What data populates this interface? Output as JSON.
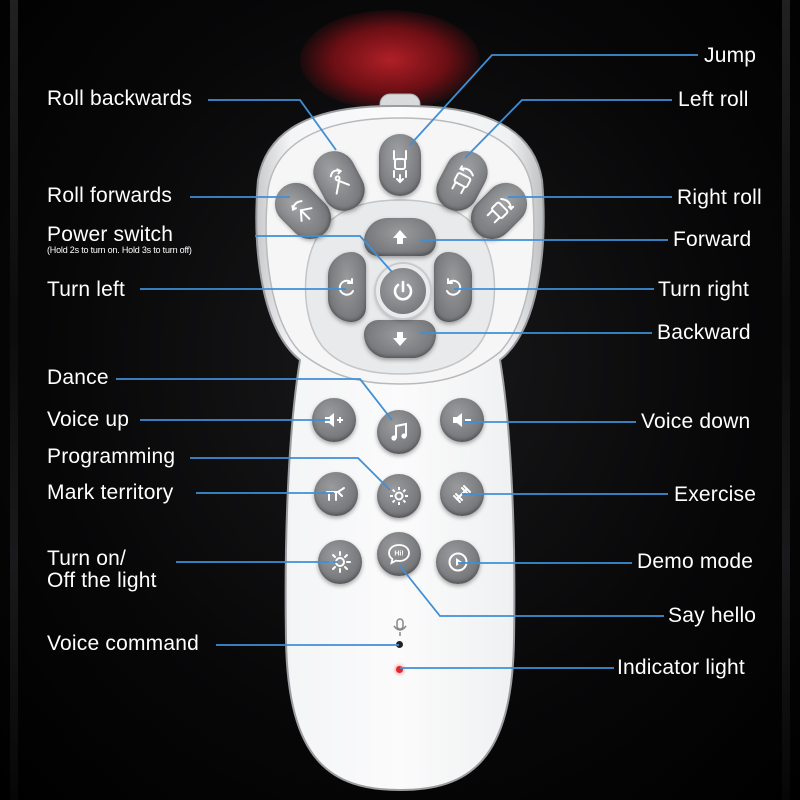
{
  "labels": {
    "jump": "Jump",
    "roll_backwards": "Roll backwards",
    "left_roll": "Left roll",
    "roll_forwards": "Roll forwards",
    "right_roll": "Right roll",
    "power_switch": "Power switch",
    "power_note": "(Hold 2s to turn on. Hold 3s to turn off)",
    "forward": "Forward",
    "turn_left": "Turn left",
    "turn_right": "Turn right",
    "backward": "Backward",
    "dance": "Dance",
    "voice_up": "Voice up",
    "voice_down": "Voice down",
    "programming": "Programming",
    "mark_territory": "Mark territory",
    "exercise": "Exercise",
    "light_line1": "Turn on/",
    "light_line2": "Off the light",
    "demo_mode": "Demo mode",
    "say_hello": "Say hello",
    "voice_command": "Voice command",
    "indicator_light": "Indicator light"
  },
  "icons": {
    "hello_text": "Hi!"
  },
  "colors": {
    "accent_line": "#3f8fd6",
    "button_gray": "#7a7b7e",
    "remote_body": "#eeeff1",
    "indicator": "#e02a2a"
  }
}
